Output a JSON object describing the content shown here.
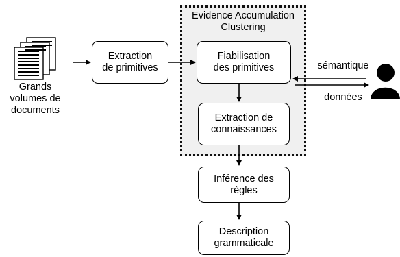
{
  "diagram": {
    "inputs": {
      "documents_label": "Grands\nvolumes de\ndocuments"
    },
    "cluster": {
      "title": "Evidence Accumulation\nClustering"
    },
    "nodes": {
      "extraction_primitives": "Extraction\nde primitives",
      "fiabilisation": "Fiabilisation\ndes primitives",
      "extraction_connaissances": "Extraction de\nconnaissances",
      "inference_regles": "Inférence des\nrègles",
      "description_grammaticale": "Description\ngrammaticale"
    },
    "user_interaction": {
      "semantics_label": "sémantique",
      "data_label": "données",
      "icon": "user-icon"
    },
    "document_icon": "documents-icon",
    "colors": {
      "cluster_background": "#f0f0f0",
      "stroke": "#000000"
    }
  }
}
